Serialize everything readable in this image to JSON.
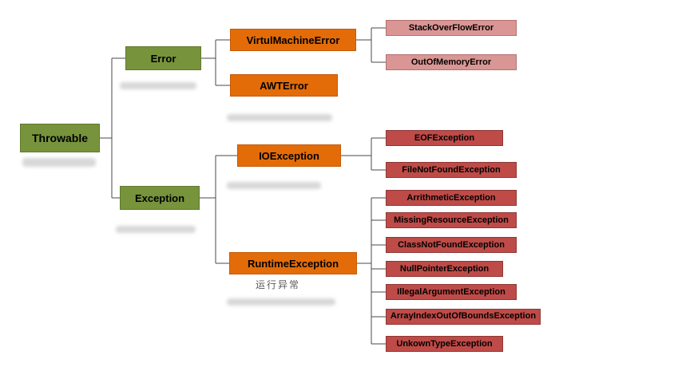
{
  "diagram": {
    "root": {
      "label": "Throwable"
    },
    "level1": [
      {
        "label": "Error"
      },
      {
        "label": "Exception"
      }
    ],
    "level2": [
      {
        "label": "VirtulMachineError"
      },
      {
        "label": "AWTError"
      },
      {
        "label": "IOException"
      },
      {
        "label": "RuntimeException",
        "caption": "运行异常"
      }
    ],
    "level3_error": [
      {
        "label": "StackOverFlowError"
      },
      {
        "label": "OutOfMemoryError"
      }
    ],
    "level3_io": [
      {
        "label": "EOFException"
      },
      {
        "label": "FileNotFoundException"
      }
    ],
    "level3_runtime": [
      {
        "label": "ArrithmeticException"
      },
      {
        "label": "MissingResourceException"
      },
      {
        "label": "ClassNotFoundException"
      },
      {
        "label": "NullPointerException"
      },
      {
        "label": "IllegalArgumentException"
      },
      {
        "label": "ArrayIndexOutOfBoundsException"
      },
      {
        "label": "UnkownTypeException"
      }
    ],
    "colors": {
      "green": "#77933C",
      "orange": "#E36C09",
      "pink": "#D99694",
      "red": "#BE4B48",
      "connector": "#4a4a4a"
    }
  }
}
